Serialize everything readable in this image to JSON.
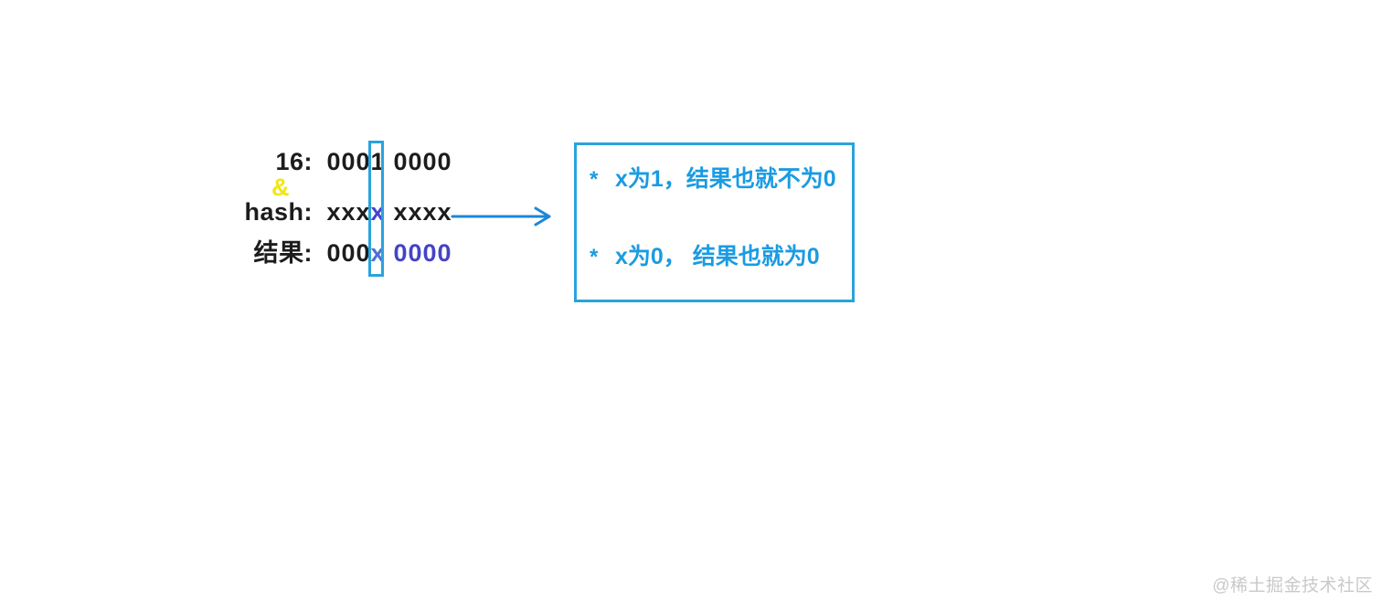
{
  "colors": {
    "black": "#1c1c1c",
    "yellow": "#f2e60d",
    "cyan": "#29a3dc",
    "arrow_blue": "#1b87d8",
    "box_text": "#1a9be2",
    "bit_blue": "#4145cf",
    "bit_blue2": "#4a70d6",
    "bit_purple": "#4443c6",
    "watermark_gray": "#c9c9c9"
  },
  "operation": {
    "operator": "&",
    "rows": [
      {
        "id": "16",
        "label": "16:",
        "bits": "0001 0000",
        "colors": "kkkk kkkk"
      },
      {
        "id": "hash",
        "label": "hash:",
        "bits": "xxxx xxxx",
        "colors": "kkkb kkkk"
      },
      {
        "id": "result",
        "label": "结果:",
        "bits": "000x 0000",
        "colors": "kkkc pppp"
      }
    ]
  },
  "explanation_box": {
    "bullets": [
      {
        "marker": "*",
        "text": "x为1，结果也就不为0"
      },
      {
        "marker": "*",
        "text": "x为0， 结果也就为0"
      }
    ]
  },
  "watermark": "@稀土掘金技术社区"
}
